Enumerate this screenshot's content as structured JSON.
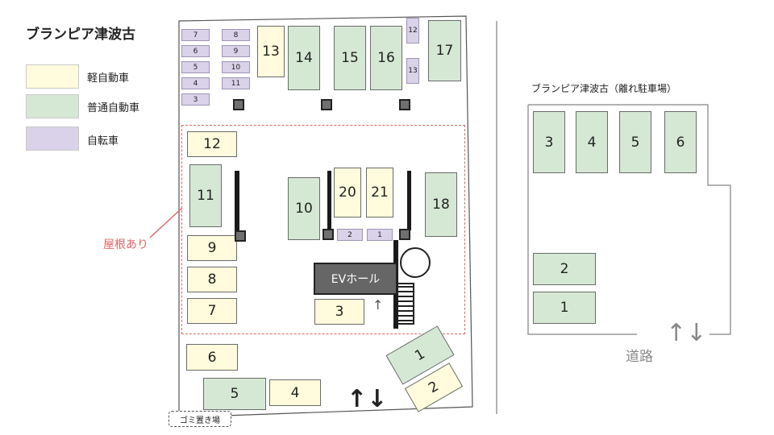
{
  "title": "ブランピア津波古",
  "legend": [
    {
      "label": "軽自動車",
      "color": "#fffbdc"
    },
    {
      "label": "普通自動車",
      "color": "#d5e8d4"
    },
    {
      "label": "自転車",
      "color": "#d9d2e9"
    }
  ],
  "main": {
    "roof_label": "屋根あり",
    "ev_label": "EVホール",
    "arrow_up": "↑",
    "entrance_arrows": "↑↓",
    "garbage_label": "ゴミ置き場",
    "bikes_left": [
      "7",
      "6",
      "5",
      "4",
      "3"
    ],
    "bikes_right": [
      "8",
      "9",
      "10",
      "11"
    ],
    "bikes_top": [
      "12",
      "13"
    ],
    "bikes_center": [
      "2",
      "1"
    ],
    "spots": {
      "s1": "1",
      "s2": "2",
      "s3": "3",
      "s4": "4",
      "s5": "5",
      "s6": "6",
      "s7": "7",
      "s8": "8",
      "s9": "9",
      "s10": "10",
      "s11": "11",
      "s12": "12",
      "s13": "13",
      "s14": "14",
      "s15": "15",
      "s16": "16",
      "s17": "17",
      "s18": "18",
      "s20": "20",
      "s21": "21"
    }
  },
  "annex": {
    "title": "ブランピア津波古（離れ駐車場）",
    "spots": {
      "a1": "1",
      "a2": "2",
      "a3": "3",
      "a4": "4",
      "a5": "5",
      "a6": "6"
    },
    "road_label": "道路",
    "road_arrows": "↑↓"
  }
}
